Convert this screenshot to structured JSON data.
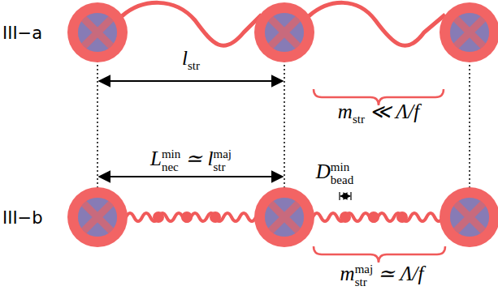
{
  "diagram": {
    "labels": [
      "III−a",
      "III−b",
      "l",
      "str",
      "m",
      "str",
      "≪ Λ/f",
      "L",
      "nec",
      "min",
      "≃ l",
      "str",
      "maj",
      "D",
      "bead",
      "min",
      "m",
      "str",
      "maj",
      "≃ Λ/f"
    ]
  }
}
